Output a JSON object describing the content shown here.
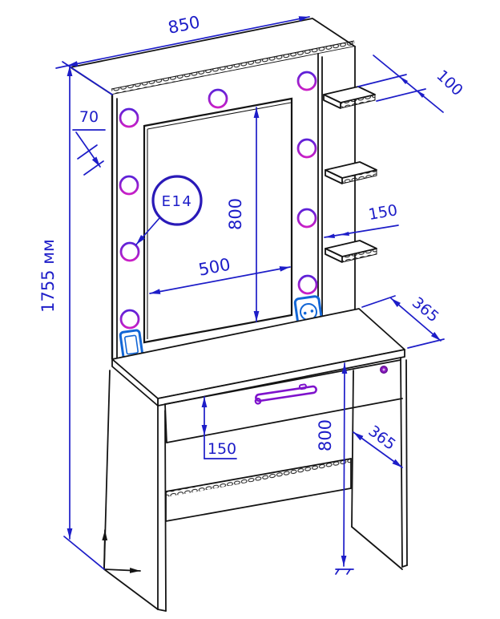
{
  "dimensions": {
    "frame_width": {
      "value": "850"
    },
    "shelf_depth": {
      "value": "100"
    },
    "frame_border": {
      "value": "70"
    },
    "total_height": {
      "value": "1755 мм"
    },
    "mirror_height": {
      "value": "800"
    },
    "mirror_width": {
      "value": "500"
    },
    "shelf_width": {
      "value": "150"
    },
    "tabletop_depth": {
      "value": "365"
    },
    "drawer_height": {
      "value": "150"
    },
    "table_height": {
      "value": "800"
    },
    "side_panel_depth": {
      "value": "365"
    }
  },
  "labels": {
    "bulb_socket_type": "E14"
  },
  "components": {
    "bulb_count": 9,
    "shelf_count": 3
  },
  "colors": {
    "dimension_lines": "#1d1dc8",
    "outline": "#141414",
    "bulbs": "#a21cd4",
    "electrical_fixtures": "#1266d6",
    "handle": "#7e12cc"
  }
}
